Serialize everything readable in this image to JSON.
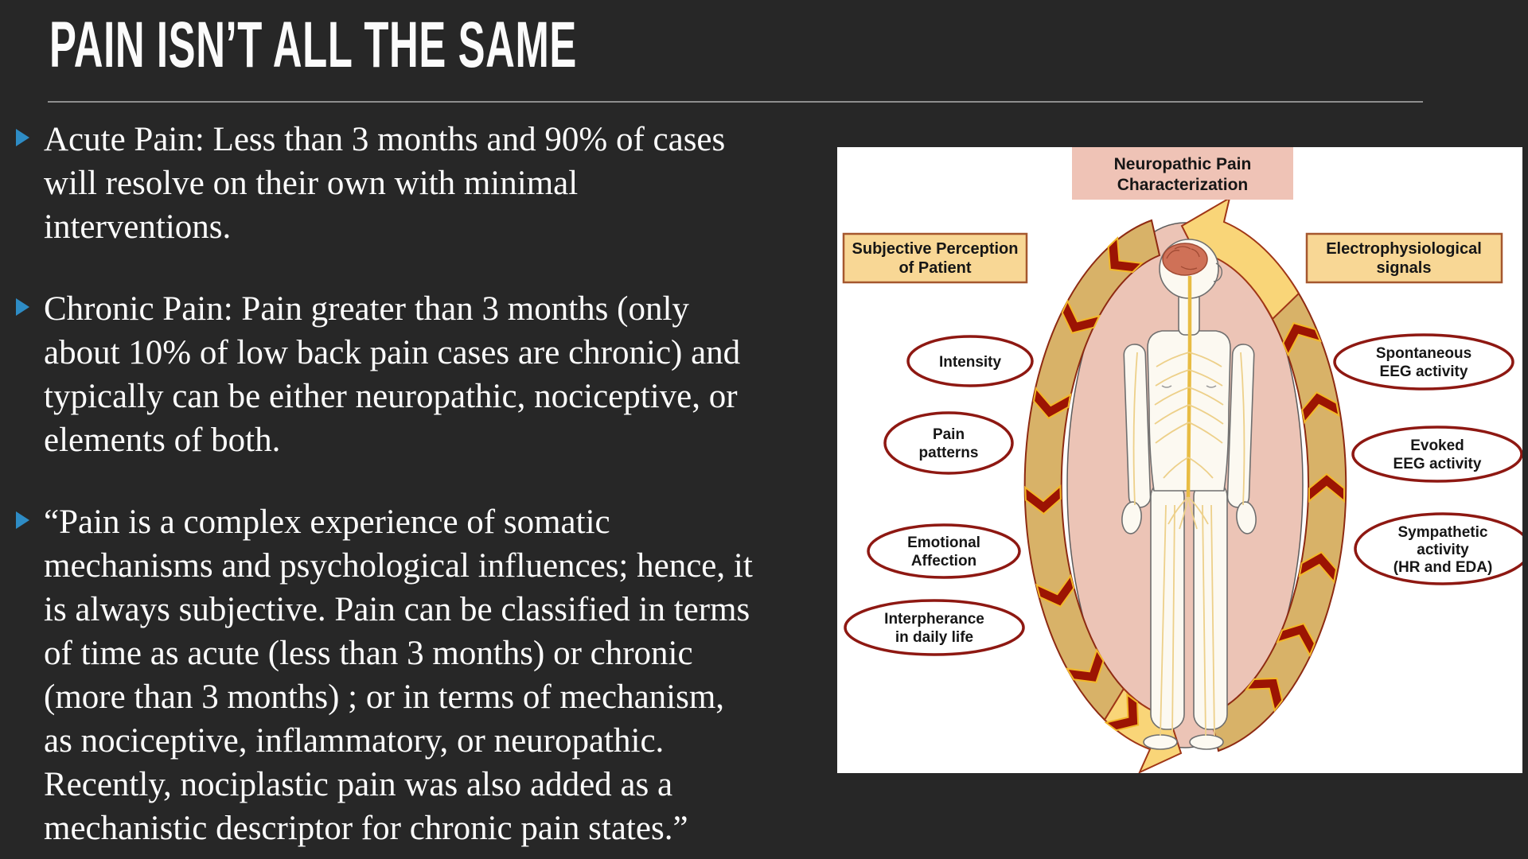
{
  "slide": {
    "title": "PAIN ISN’T ALL THE SAME",
    "bullets": [
      "Acute Pain: Less than 3 months and 90% of cases\nwill resolve on their own with minimal\ninterventions.",
      "Chronic Pain: Pain greater than 3 months (only\nabout 10% of low back pain cases are chronic) and\ntypically can be either neuropathic, nociceptive, or\nelements of both.",
      "“Pain is a complex experience of somatic\nmechanisms and psychological influences; hence, it\nis always subjective. Pain can be classified in terms\nof time as acute (less than 3 months) or chronic\n(more than 3 months) ; or in terms of mechanism,\nas nociceptive, inflammatory, or neuropathic.\nRecently, nociplastic pain was also added as a\nmechanistic descriptor for chronic pain states.”"
    ]
  },
  "diagram": {
    "title": "Neuropathic Pain\nCharacterization",
    "left_header": "Subjective Perception\nof Patient",
    "right_header": "Electrophysiological\nsignals",
    "left_items": [
      "Intensity",
      "Pain\npatterns",
      "Emotional\nAffection",
      "Interpherance\nin daily life"
    ],
    "right_items": [
      "Spontaneous\nEEG activity",
      "Evoked\nEEG activity",
      "Sympathetic\nactivity\n(HR and EDA)"
    ]
  },
  "colors": {
    "slide_background": "#272727",
    "bullet_marker_blue": "#2e8cc5",
    "title_text": "#fbfbfb",
    "body_text": "#fcfcfc",
    "diagram_pink_box": "#efc3b6",
    "diagram_gold_box": "#f8d795",
    "diagram_gold_box_border": "#a5572e",
    "diagram_salmon_ellipse": "#ecc4b6",
    "diagram_band_tan": "#d8b268",
    "diagram_arrow_yellow": "#f9d578",
    "diagram_chevron_red": "#9c1403",
    "diagram_oval_border_red": "#8e1812",
    "brain_red": "#cf7157"
  }
}
